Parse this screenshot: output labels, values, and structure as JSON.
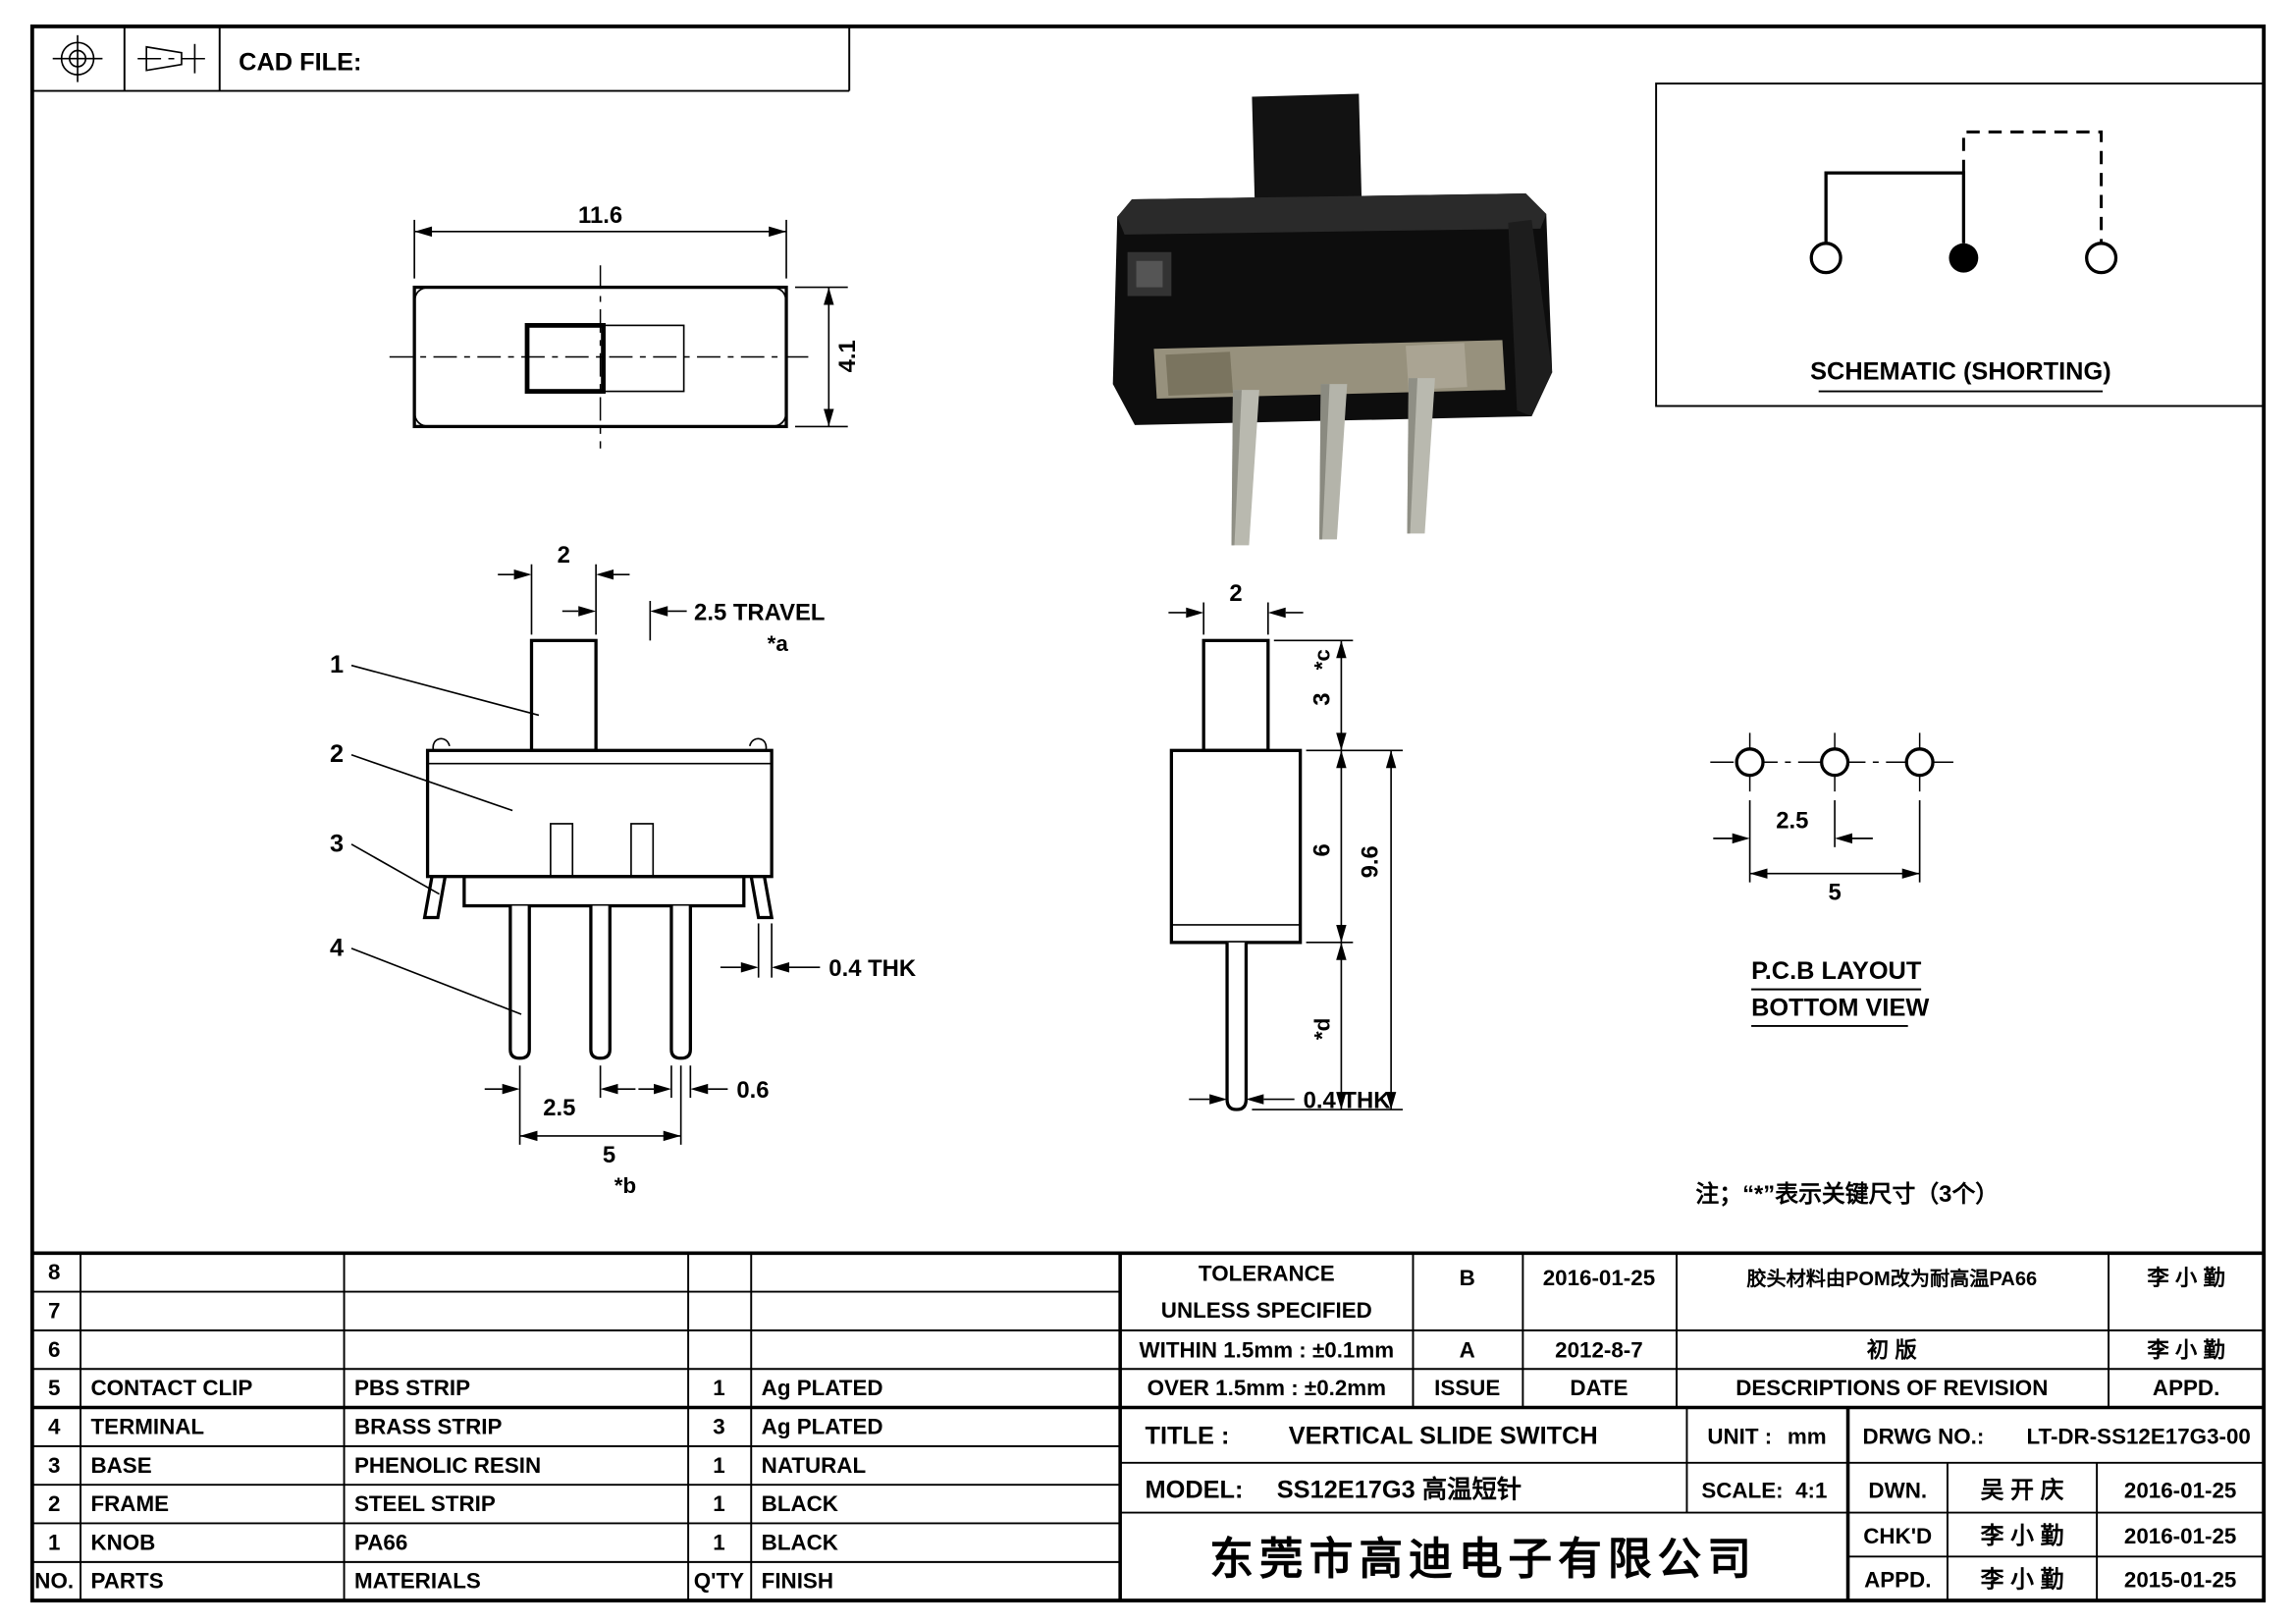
{
  "header": {
    "cad_file_label": "CAD FILE:"
  },
  "schematic": {
    "title": "SCHEMATIC (SHORTING)"
  },
  "top_view": {
    "dim_width": "11.6",
    "dim_height": "4.1"
  },
  "front_view": {
    "part_labels": [
      "1",
      "2",
      "3",
      "4"
    ],
    "dim_knob": "2",
    "dim_travel": "2.5 TRAVEL",
    "key_a": "*a",
    "dim_thk": "0.4 THK",
    "dim_pitch": "2.5",
    "dim_pin_width": "0.6",
    "dim_span": "5",
    "key_b": "*b"
  },
  "side_view": {
    "dim_knob": "2",
    "dim_knob_height": "3",
    "key_c": "*c",
    "dim_body_height": "6",
    "dim_total_height": "9.6",
    "key_d": "*d",
    "dim_thk": "0.4 THK"
  },
  "pcb_layout": {
    "dim_pitch": "2.5",
    "dim_span": "5",
    "title_line1": "P.C.B LAYOUT",
    "title_line2": "BOTTOM VIEW"
  },
  "note": "注；“*”表示关键尺寸（3个）",
  "parts_table": {
    "headers": {
      "no": "NO.",
      "parts": "PARTS",
      "materials": "MATERIALS",
      "qty": "Q'TY",
      "finish": "FINISH"
    },
    "rows": [
      {
        "no": "8",
        "parts": "",
        "materials": "",
        "qty": "",
        "finish": ""
      },
      {
        "no": "7",
        "parts": "",
        "materials": "",
        "qty": "",
        "finish": ""
      },
      {
        "no": "6",
        "parts": "",
        "materials": "",
        "qty": "",
        "finish": ""
      },
      {
        "no": "5",
        "parts": "CONTACT CLIP",
        "materials": "PBS STRIP",
        "qty": "1",
        "finish": "Ag PLATED"
      },
      {
        "no": "4",
        "parts": "TERMINAL",
        "materials": "BRASS STRIP",
        "qty": "3",
        "finish": "Ag PLATED"
      },
      {
        "no": "3",
        "parts": "BASE",
        "materials": "PHENOLIC RESIN",
        "qty": "1",
        "finish": "NATURAL"
      },
      {
        "no": "2",
        "parts": "FRAME",
        "materials": "STEEL STRIP",
        "qty": "1",
        "finish": "BLACK"
      },
      {
        "no": "1",
        "parts": "KNOB",
        "materials": "PA66",
        "qty": "1",
        "finish": "BLACK"
      }
    ]
  },
  "revision_block": {
    "tolerance_line1": "TOLERANCE",
    "tolerance_line2": "UNLESS  SPECIFIED",
    "within": "WITHIN 1.5mm : ±0.1mm",
    "over": "OVER 1.5mm : ±0.2mm",
    "issue_label": "ISSUE",
    "date_label": "DATE",
    "descriptions_label": "DESCRIPTIONS  OF  REVISION",
    "appd_label": "APPD.",
    "revisions": [
      {
        "issue": "B",
        "date": "2016-01-25",
        "description": "胶头材料由POM改为耐高温PA66",
        "appd": "李 小 勤"
      },
      {
        "issue": "A",
        "date": "2012-8-7",
        "description": "初  版",
        "appd": "李 小 勤"
      }
    ]
  },
  "title_block": {
    "title_label": "TITLE :",
    "title": "VERTICAL SLIDE SWITCH",
    "unit_label": "UNIT :",
    "unit": "mm",
    "drwg_label": "DRWG NO.:",
    "drwg_no": "LT-DR-SS12E17G3-00",
    "model_label": "MODEL:",
    "model": "SS12E17G3 高温短针",
    "scale_label": "SCALE:",
    "scale": "4:1",
    "company": "东莞市高迪电子有限公司",
    "dwn_label": "DWN.",
    "dwn_name": "吴 开 庆",
    "dwn_date": "2016-01-25",
    "chkd_label": "CHK'D",
    "chkd_name": "李 小 勤",
    "chkd_date": "2016-01-25",
    "appd_label": "APPD.",
    "appd_name": "李 小 勤",
    "appd_date": "2015-01-25"
  }
}
